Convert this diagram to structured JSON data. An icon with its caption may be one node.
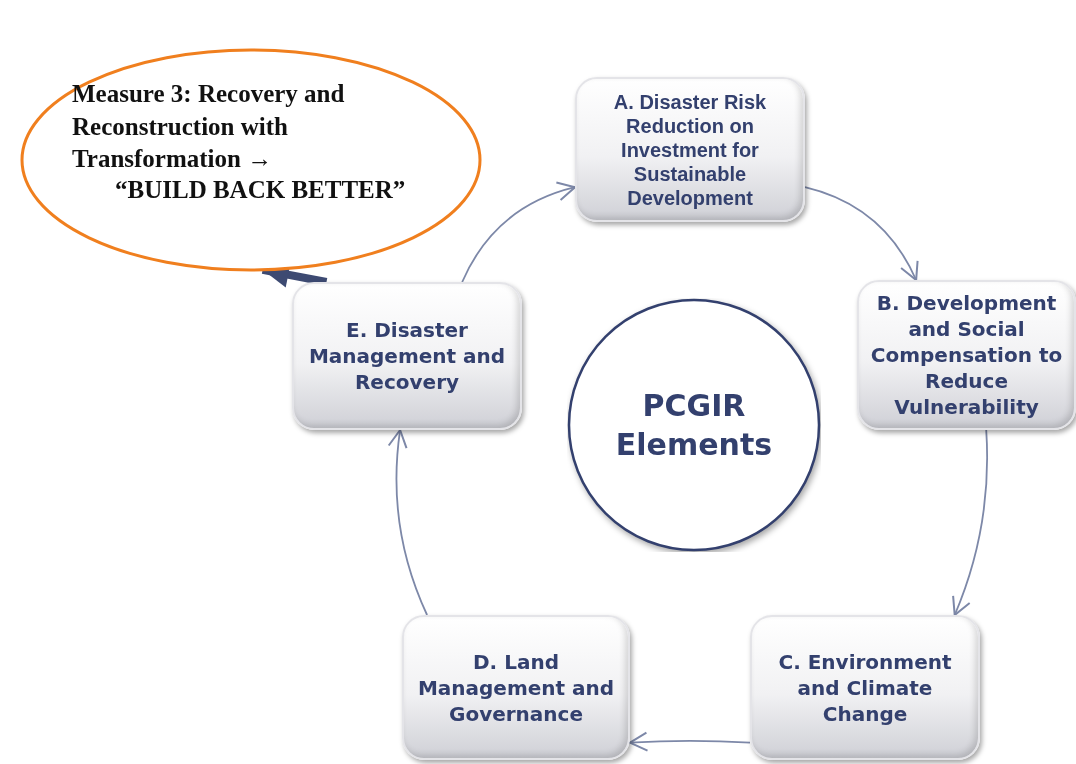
{
  "diagram": {
    "nodes": [
      {
        "text": [
          "Measure 3: Recovery and Reconstruction with Transformation →",
          "“BUILD BACK BETTER”"
        ]
      },
      {
        "text": [
          "A. Disaster Risk Reduction on Investment for Sustainable Development"
        ]
      },
      {
        "text": [
          "B. Development and Social Compensation to Reduce Vulnerability"
        ]
      },
      {
        "text": [
          "C. Environment and Climate Change"
        ]
      },
      {
        "text": [
          "D. Land Management and Governance"
        ]
      },
      {
        "text": [
          "E. Disaster Management and Recovery"
        ]
      },
      {
        "text": [
          "PCGIR Elements"
        ]
      }
    ],
    "edges": [
      {
        "from": 5,
        "to": 1,
        "arrow": "to"
      },
      {
        "from": 1,
        "to": 2,
        "arrow": "to"
      },
      {
        "from": 2,
        "to": 3,
        "arrow": "to"
      },
      {
        "from": 3,
        "to": 4,
        "arrow": "to"
      },
      {
        "from": 4,
        "to": 5,
        "arrow": "to"
      },
      {
        "from": 5,
        "to": 0,
        "arrow": "to",
        "style": "thick",
        "color": "#3d4a72"
      }
    ]
  }
}
